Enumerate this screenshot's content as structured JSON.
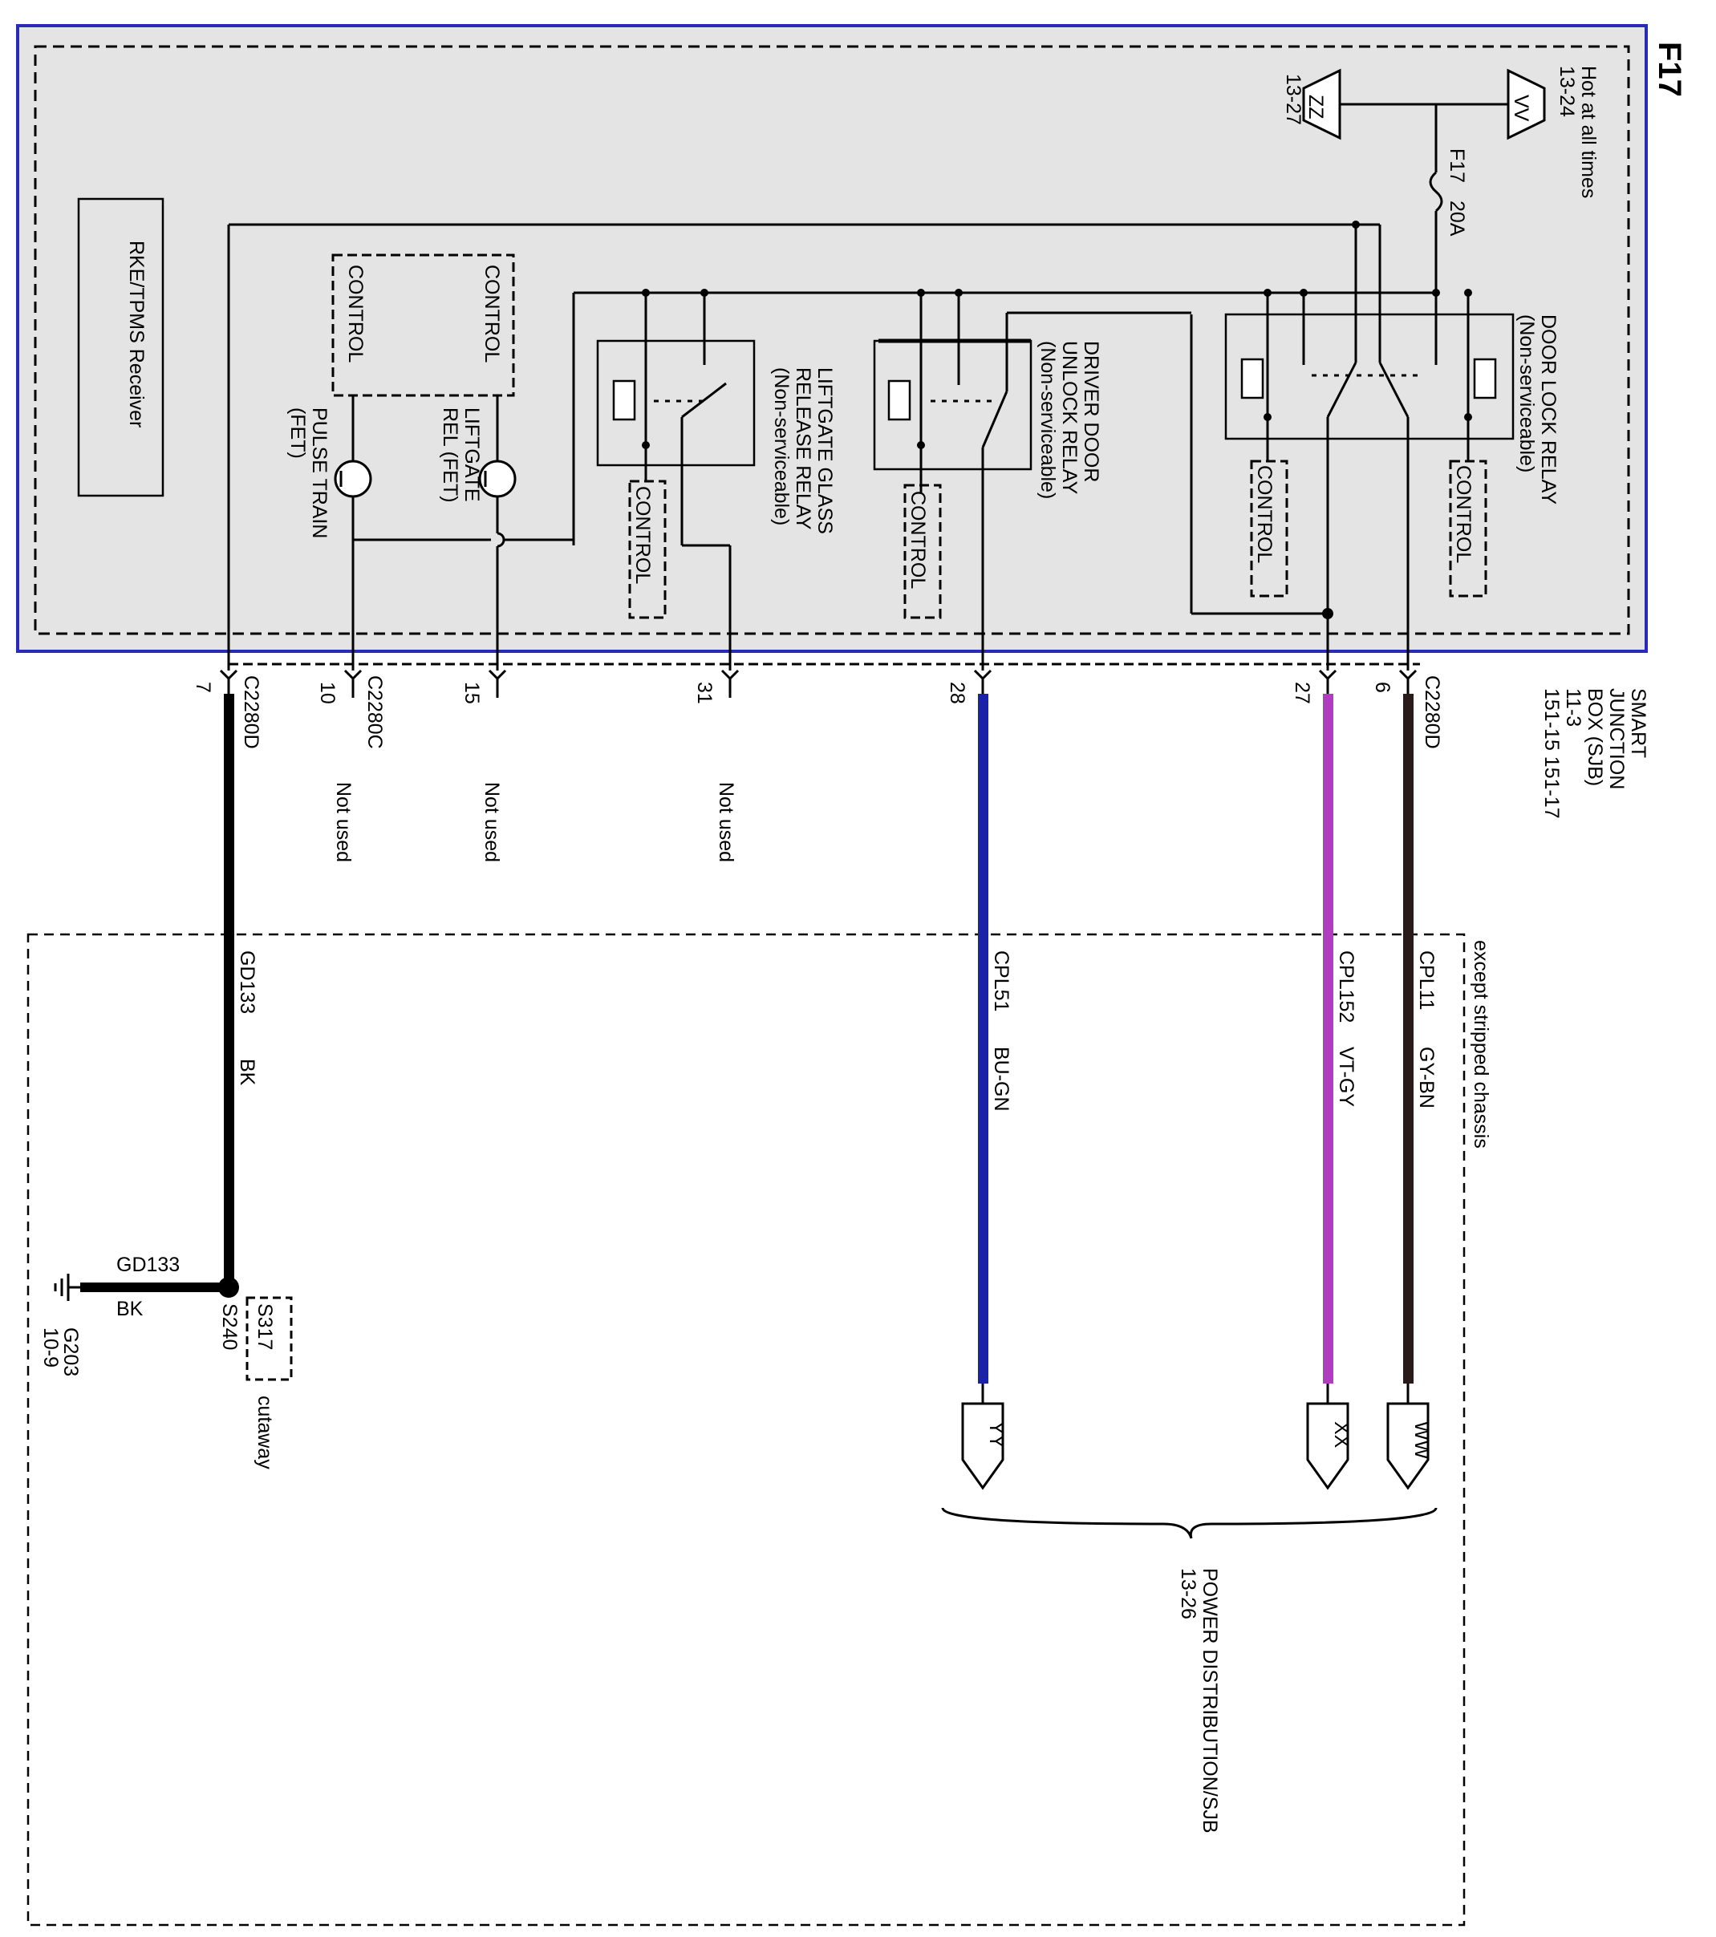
{
  "page": {
    "fuse_code": "F17"
  },
  "module": {
    "name_lines": [
      "SMART",
      "JUNCTION",
      "BOX (SJB)",
      "11-3"
    ],
    "page_refs": "151-15   151-17",
    "receiver": "RKE/TPMS Receiver"
  },
  "power": {
    "hot_text": "Hot at all times",
    "vv_ref": "13-24",
    "vv_tag": "VV",
    "zz_ref": "13-27",
    "zz_tag": "ZZ",
    "fuse_name": "F17",
    "fuse_rating": "20A"
  },
  "relays": {
    "door_lock": [
      "DOOR LOCK RELAY",
      "(Non-serviceable)"
    ],
    "driver_unlock": [
      "DRIVER DOOR",
      "UNLOCK RELAY",
      "(Non-serviceable)"
    ],
    "liftgate_glass": [
      "LIFTGATE GLASS",
      "RELEASE RELAY",
      "(Non-serviceable)"
    ],
    "control": "CONTROL"
  },
  "fets": {
    "liftgate": [
      "LIFTGATE",
      "REL (FET)"
    ],
    "pulse": [
      "PULSE TRAIN",
      "(FET)"
    ]
  },
  "connectors": {
    "c2280d_top": "C2280D",
    "c2280d_bottom": "C2280D",
    "c2280c": "C2280C"
  },
  "pins": [
    {
      "num": "6",
      "status": ""
    },
    {
      "num": "27",
      "status": ""
    },
    {
      "num": "28",
      "status": ""
    },
    {
      "num": "31",
      "status": "Not used"
    },
    {
      "num": "15",
      "status": "Not used"
    },
    {
      "num": "10",
      "status": "Not used"
    },
    {
      "num": "7",
      "status": ""
    }
  ],
  "wires": [
    {
      "circuit": "CPL11",
      "color_code": "GY-BN",
      "hex": "#2a1a1a"
    },
    {
      "circuit": "CPL152",
      "color_code": "VT-GY",
      "hex": "#b03cc0"
    },
    {
      "circuit": "CPL51",
      "color_code": "BU-GN",
      "hex": "#1a22a8"
    },
    {
      "circuit": "GD133",
      "color_code": "BK",
      "hex": "#000000"
    }
  ],
  "option_note": "except stripped chassis",
  "terminals": [
    "WW",
    "XX",
    "YY"
  ],
  "power_distribution": {
    "title": "POWER DISTRIBUTION/SJB",
    "ref": "13-26"
  },
  "ground": {
    "splice": "S240",
    "alt_splice": "S317",
    "alt_note": "cutaway",
    "circuit": "GD133",
    "color": "BK",
    "point": "G203",
    "ref": "10-9"
  },
  "colors": {
    "module_fill": "#e4e4e4",
    "module_border": "#2a2ab8"
  }
}
